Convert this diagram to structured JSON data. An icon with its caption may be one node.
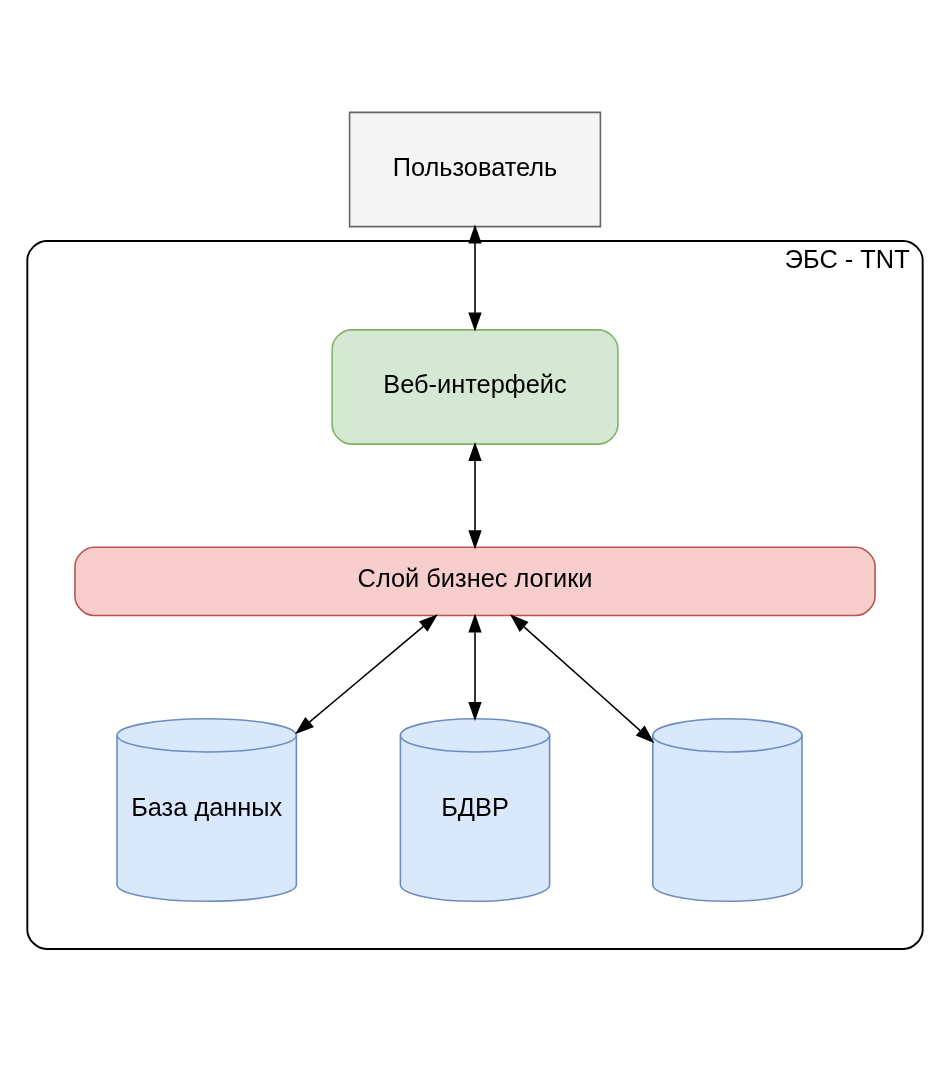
{
  "diagram": {
    "nodes": [
      {
        "text": [
          "Пользователь"
        ]
      },
      {
        "text": [
          "ЭБС - TNT"
        ]
      },
      {
        "text": [
          "Веб-интерфейс"
        ],
        "in": 1
      },
      {
        "text": [
          "Слой бизнес логики"
        ],
        "in": 1
      },
      {
        "text": [
          "База данных"
        ],
        "in": 1
      },
      {
        "text": [
          "БДВР"
        ],
        "in": 1
      },
      {
        "text": [],
        "shape": "cylinder",
        "in": 1
      }
    ],
    "edges": [
      {
        "from": 0,
        "to": 2,
        "arrow": "both"
      },
      {
        "from": 2,
        "to": 3,
        "arrow": "both"
      },
      {
        "from": 3,
        "to": 4,
        "arrow": "both"
      },
      {
        "from": 3,
        "to": 5,
        "arrow": "both"
      },
      {
        "from": 3,
        "to": 6,
        "arrow": "both"
      }
    ]
  }
}
